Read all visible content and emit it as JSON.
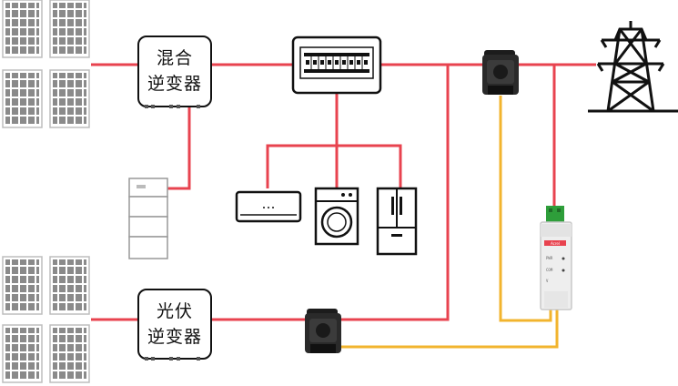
{
  "hybrid_inverter": {
    "line1": "混合",
    "line2": "逆变器"
  },
  "pv_inverter": {
    "line1": "光伏",
    "line2": "逆变器"
  },
  "meter": {
    "brand": "Acrel",
    "led1": "PWR",
    "led2": "COM",
    "led3": "V"
  },
  "colors": {
    "power_line": "#e8434f",
    "signal_line": "#f2b42e",
    "panel": "#8a8a8a",
    "device": "#111111"
  }
}
